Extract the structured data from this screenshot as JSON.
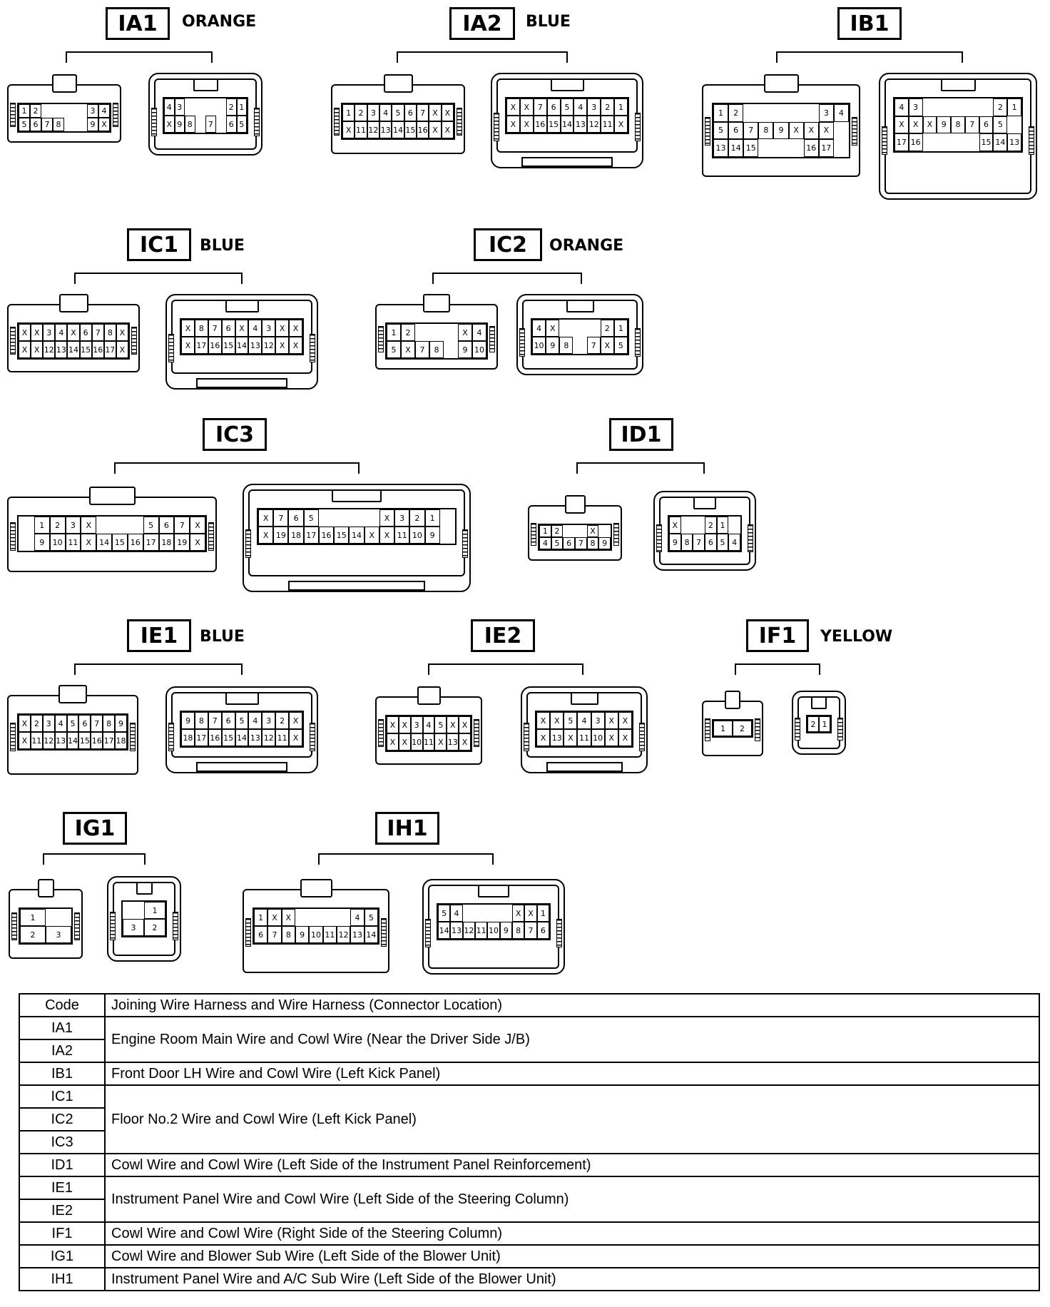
{
  "connectors": [
    {
      "code": "IA1",
      "color": "ORANGE",
      "left": {
        "rows": [
          [
            "1",
            "2",
            "",
            "",
            "",
            "",
            "3",
            "4"
          ],
          [
            "5",
            "6",
            "7",
            "8",
            "",
            "",
            "9",
            "X"
          ]
        ]
      },
      "right": {
        "rows": [
          [
            "4",
            "3",
            "",
            "",
            "",
            "",
            "2",
            "1"
          ],
          [
            "X",
            "9",
            "8",
            "",
            "7",
            "",
            "6",
            "5"
          ]
        ]
      }
    },
    {
      "code": "IA2",
      "color": "BLUE",
      "left": {
        "rows": [
          [
            "1",
            "2",
            "3",
            "4",
            "5",
            "6",
            "7",
            "X",
            "X"
          ],
          [
            "X",
            "11",
            "12",
            "13",
            "14",
            "15",
            "16",
            "X",
            "X"
          ]
        ]
      },
      "right": {
        "rows": [
          [
            "X",
            "X",
            "7",
            "6",
            "5",
            "4",
            "3",
            "2",
            "1"
          ],
          [
            "X",
            "X",
            "16",
            "15",
            "14",
            "13",
            "12",
            "11",
            "X"
          ]
        ]
      }
    },
    {
      "code": "IB1",
      "color": "",
      "left": {
        "rows": [
          [
            "1",
            "2",
            "",
            "",
            "",
            "",
            "",
            "3",
            "4"
          ],
          [
            "5",
            "6",
            "7",
            "8",
            "9",
            "X",
            "X",
            "X",
            ""
          ],
          [
            "13",
            "14",
            "15",
            "",
            "",
            "",
            "16",
            "17",
            ""
          ]
        ]
      },
      "right": {
        "rows": [
          [
            "4",
            "3",
            "",
            "",
            "",
            "",
            "",
            "2",
            "1"
          ],
          [
            "X",
            "X",
            "X",
            "9",
            "8",
            "7",
            "6",
            "5",
            ""
          ],
          [
            "17",
            "16",
            "",
            "",
            "",
            "",
            "15",
            "14",
            "13"
          ]
        ]
      }
    },
    {
      "code": "IC1",
      "color": "BLUE",
      "left": {
        "rows": [
          [
            "X",
            "X",
            "3",
            "4",
            "X",
            "6",
            "7",
            "8",
            "X"
          ],
          [
            "X",
            "X",
            "12",
            "13",
            "14",
            "15",
            "16",
            "17",
            "X"
          ]
        ]
      },
      "right": {
        "rows": [
          [
            "X",
            "8",
            "7",
            "6",
            "X",
            "4",
            "3",
            "X",
            "X"
          ],
          [
            "X",
            "17",
            "16",
            "15",
            "14",
            "13",
            "12",
            "X",
            "X"
          ]
        ]
      }
    },
    {
      "code": "IC2",
      "color": "ORANGE",
      "left": {
        "rows": [
          [
            "1",
            "2",
            "",
            "",
            "",
            "X",
            "4"
          ],
          [
            "5",
            "X",
            "7",
            "8",
            "",
            "9",
            "10"
          ]
        ]
      },
      "right": {
        "rows": [
          [
            "4",
            "X",
            "",
            "",
            "",
            "2",
            "1"
          ],
          [
            "10",
            "9",
            "8",
            "",
            "7",
            "X",
            "5"
          ]
        ]
      }
    },
    {
      "code": "IC3",
      "color": "",
      "left": {
        "rows": [
          [
            "",
            "1",
            "2",
            "3",
            "X",
            "",
            "",
            "",
            "5",
            "6",
            "7",
            "X"
          ],
          [
            "",
            "9",
            "10",
            "11",
            "X",
            "14",
            "15",
            "16",
            "17",
            "18",
            "19",
            "X"
          ]
        ]
      },
      "right": {
        "rows": [
          [
            "X",
            "7",
            "6",
            "5",
            "",
            "",
            "",
            "",
            "X",
            "3",
            "2",
            "1",
            ""
          ],
          [
            "X",
            "19",
            "18",
            "17",
            "16",
            "15",
            "14",
            "X",
            "X",
            "11",
            "10",
            "9",
            ""
          ]
        ]
      }
    },
    {
      "code": "ID1",
      "color": "",
      "left": {
        "rows": [
          [
            "1",
            "2",
            "",
            "",
            "X"
          ],
          [
            "4",
            "5",
            "6",
            "7",
            "8",
            "9"
          ]
        ]
      },
      "right": {
        "rows": [
          [
            "X",
            "",
            "",
            "2",
            "1"
          ],
          [
            "9",
            "8",
            "7",
            "6",
            "5",
            "4"
          ]
        ]
      }
    },
    {
      "code": "IE1",
      "color": "BLUE",
      "left": {
        "rows": [
          [
            "X",
            "2",
            "3",
            "4",
            "5",
            "6",
            "7",
            "8",
            "9"
          ],
          [
            "X",
            "11",
            "12",
            "13",
            "14",
            "15",
            "16",
            "17",
            "18"
          ]
        ]
      },
      "right": {
        "rows": [
          [
            "9",
            "8",
            "7",
            "6",
            "5",
            "4",
            "3",
            "2",
            "X"
          ],
          [
            "18",
            "17",
            "16",
            "15",
            "14",
            "13",
            "12",
            "11",
            "X"
          ]
        ]
      }
    },
    {
      "code": "IE2",
      "color": "",
      "left": {
        "rows": [
          [
            "X",
            "X",
            "3",
            "4",
            "5",
            "X",
            "X"
          ],
          [
            "X",
            "X",
            "10",
            "11",
            "X",
            "13",
            "X"
          ]
        ]
      },
      "right": {
        "rows": [
          [
            "X",
            "X",
            "5",
            "4",
            "3",
            "X",
            "X"
          ],
          [
            "X",
            "13",
            "X",
            "11",
            "10",
            "X",
            "X"
          ]
        ]
      }
    },
    {
      "code": "IF1",
      "color": "YELLOW",
      "left": {
        "rows": [
          [
            "1",
            "2"
          ]
        ]
      },
      "right": {
        "rows": [
          [
            "2",
            "1"
          ]
        ]
      }
    },
    {
      "code": "IG1",
      "color": "",
      "left": {
        "rows": [
          [
            "1",
            ""
          ],
          [
            "2",
            "3"
          ]
        ]
      },
      "right": {
        "rows": [
          [
            "",
            "1"
          ],
          [
            "3",
            "2"
          ]
        ]
      }
    },
    {
      "code": "IH1",
      "color": "",
      "left": {
        "rows": [
          [
            "1",
            "X",
            "X",
            "",
            "",
            "",
            "",
            "4",
            "5"
          ],
          [
            "6",
            "7",
            "8",
            "9",
            "10",
            "11",
            "12",
            "13",
            "14"
          ]
        ]
      },
      "right": {
        "rows": [
          [
            "5",
            "4",
            "",
            "",
            "",
            "",
            "X",
            "X",
            "1"
          ],
          [
            "14",
            "13",
            "12",
            "11",
            "10",
            "9",
            "8",
            "7",
            "6"
          ]
        ]
      }
    }
  ],
  "legend": {
    "header": {
      "code": "Code",
      "desc": "Joining Wire Harness and Wire Harness (Connector Location)"
    },
    "rows": [
      {
        "codes": [
          "IA1",
          "IA2"
        ],
        "desc": "Engine Room Main Wire and Cowl Wire (Near the Driver Side J/B)"
      },
      {
        "codes": [
          "IB1"
        ],
        "desc": "Front Door LH Wire and Cowl Wire (Left Kick Panel)"
      },
      {
        "codes": [
          "IC1",
          "IC2",
          "IC3"
        ],
        "desc": "Floor No.2 Wire and Cowl Wire (Left Kick Panel)"
      },
      {
        "codes": [
          "ID1"
        ],
        "desc": "Cowl Wire and Cowl Wire (Left Side of the Instrument Panel Reinforcement)"
      },
      {
        "codes": [
          "IE1",
          "IE2"
        ],
        "desc": "Instrument Panel Wire and Cowl Wire (Left Side of the Steering Column)"
      },
      {
        "codes": [
          "IF1"
        ],
        "desc": "Cowl Wire and Cowl Wire (Right Side of the Steering Column)"
      },
      {
        "codes": [
          "IG1"
        ],
        "desc": "Cowl Wire and Blower Sub Wire (Left Side of the Blower Unit)"
      },
      {
        "codes": [
          "IH1"
        ],
        "desc": "Instrument Panel Wire and A/C Sub Wire (Left Side of the Blower Unit)"
      }
    ]
  }
}
